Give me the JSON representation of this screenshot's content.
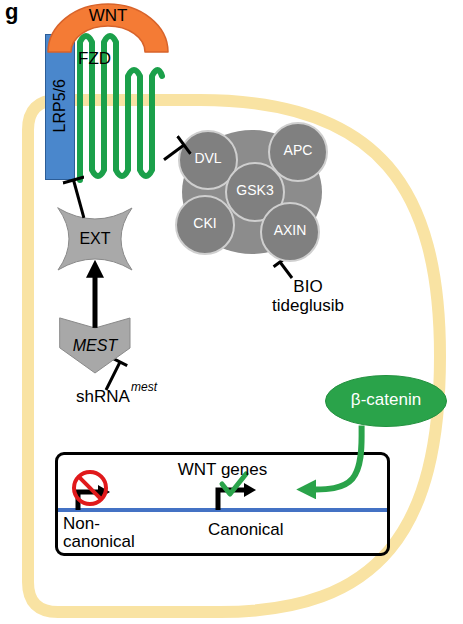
{
  "diagram": {
    "nodes": [
      {
        "text": [
          "WNT"
        ]
      },
      {
        "text": [
          "LRP5/6"
        ]
      },
      {
        "text": [
          "FZD"
        ]
      },
      {
        "text": [
          "DVL"
        ]
      },
      {
        "text": [
          "APC"
        ]
      },
      {
        "text": [
          "GSK3"
        ]
      },
      {
        "text": [
          "CKI"
        ]
      },
      {
        "text": [
          "AXIN"
        ]
      },
      {
        "text": [
          "EXT"
        ]
      },
      {
        "text": [
          "MEST"
        ]
      },
      {
        "text": [
          "β-catenin"
        ]
      },
      {
        "text": [
          "WNT genes",
          "Non- canonical",
          "Canonical"
        ]
      }
    ],
    "edges": [
      {
        "from": 2,
        "to": 3,
        "arrow": "to"
      },
      {
        "from": 8,
        "to": 1,
        "arrow": "to"
      },
      {
        "from": 9,
        "to": 8,
        "arrow": "to"
      },
      {
        "from": 10,
        "to": 11,
        "arrow": "to"
      }
    ],
    "labels": [
      "g",
      "shRNA",
      "mest",
      "BIO tideglusib"
    ]
  }
}
